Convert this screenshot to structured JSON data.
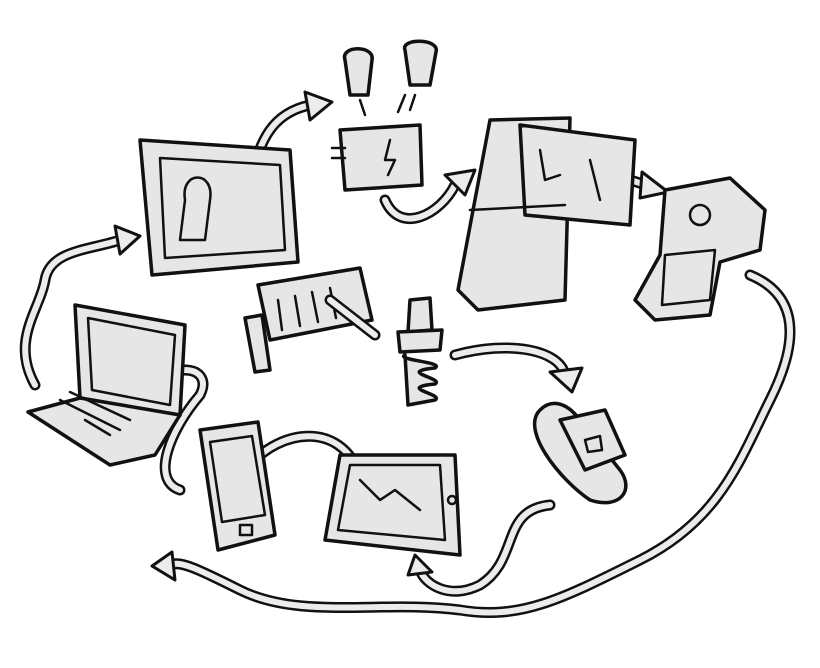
{
  "illustration": {
    "style": "hand-drawn black ink sketch",
    "colors": {
      "background": "#ffffff",
      "ink": "#111111",
      "fill": "#e6e6e6"
    },
    "devices": [
      {
        "name": "monitor",
        "icon": "monitor-icon"
      },
      {
        "name": "toaster",
        "icon": "toaster-icon"
      },
      {
        "name": "refrigerator",
        "icon": "fridge-icon"
      },
      {
        "name": "coffee-machine",
        "icon": "coffee-machine-icon"
      },
      {
        "name": "radiator",
        "icon": "radiator-icon"
      },
      {
        "name": "spark-plug",
        "icon": "spark-plug-icon"
      },
      {
        "name": "laptop",
        "icon": "laptop-icon"
      },
      {
        "name": "smartwatch",
        "icon": "smartwatch-icon"
      },
      {
        "name": "smartphone",
        "icon": "smartphone-icon"
      },
      {
        "name": "tablet",
        "icon": "tablet-icon"
      }
    ]
  }
}
